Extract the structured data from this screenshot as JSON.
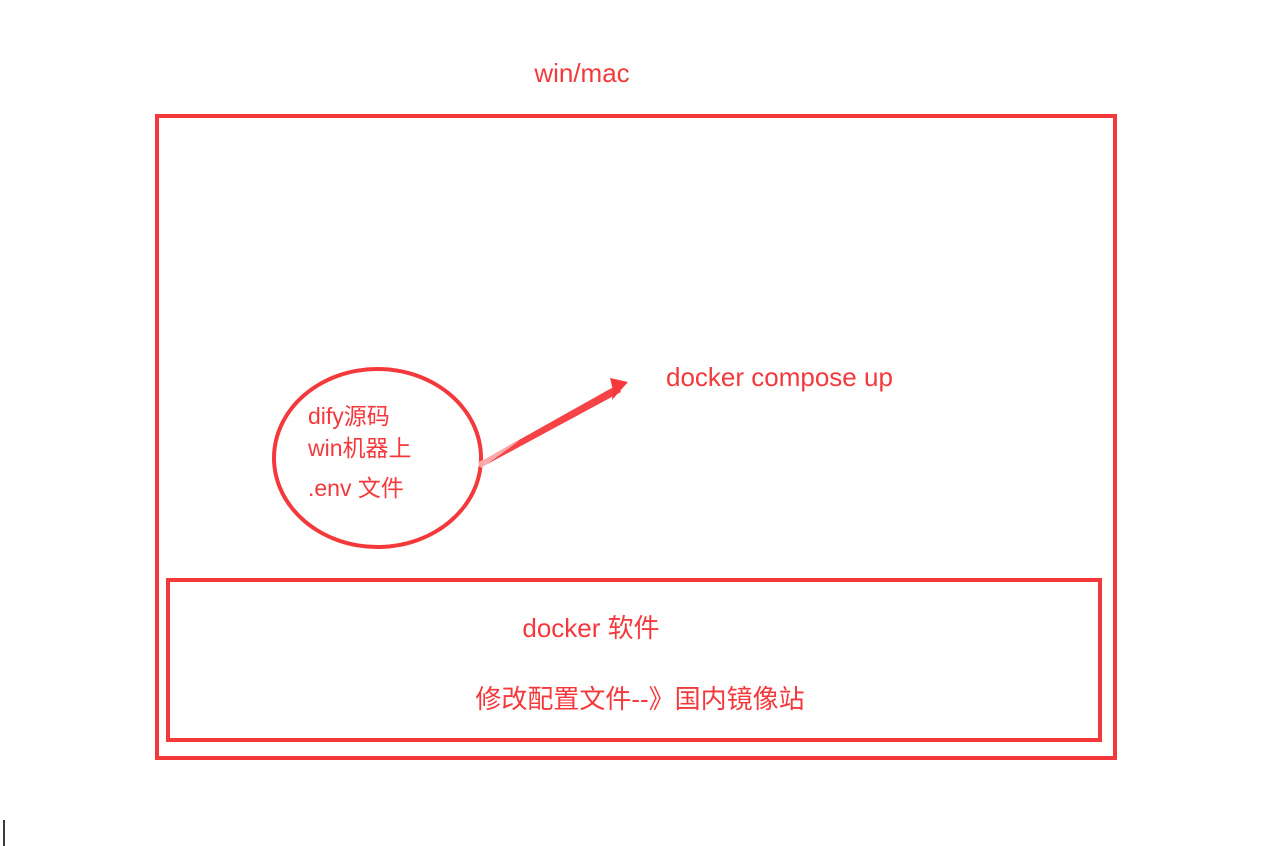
{
  "diagram": {
    "title": "win/mac",
    "accent_color": "#f4393c",
    "background_color": "#ffffff",
    "outer_box": {
      "label": "win/mac",
      "name": "host-machine-boundary"
    },
    "circle_node": {
      "lines": [
        "dify源码",
        "win机器上",
        ".env 文件"
      ]
    },
    "arrow": {
      "label": "docker compose up",
      "direction": "up-right"
    },
    "inner_box": {
      "line_1": "docker 软件",
      "line_2": "修改配置文件--》国内镜像站"
    }
  }
}
